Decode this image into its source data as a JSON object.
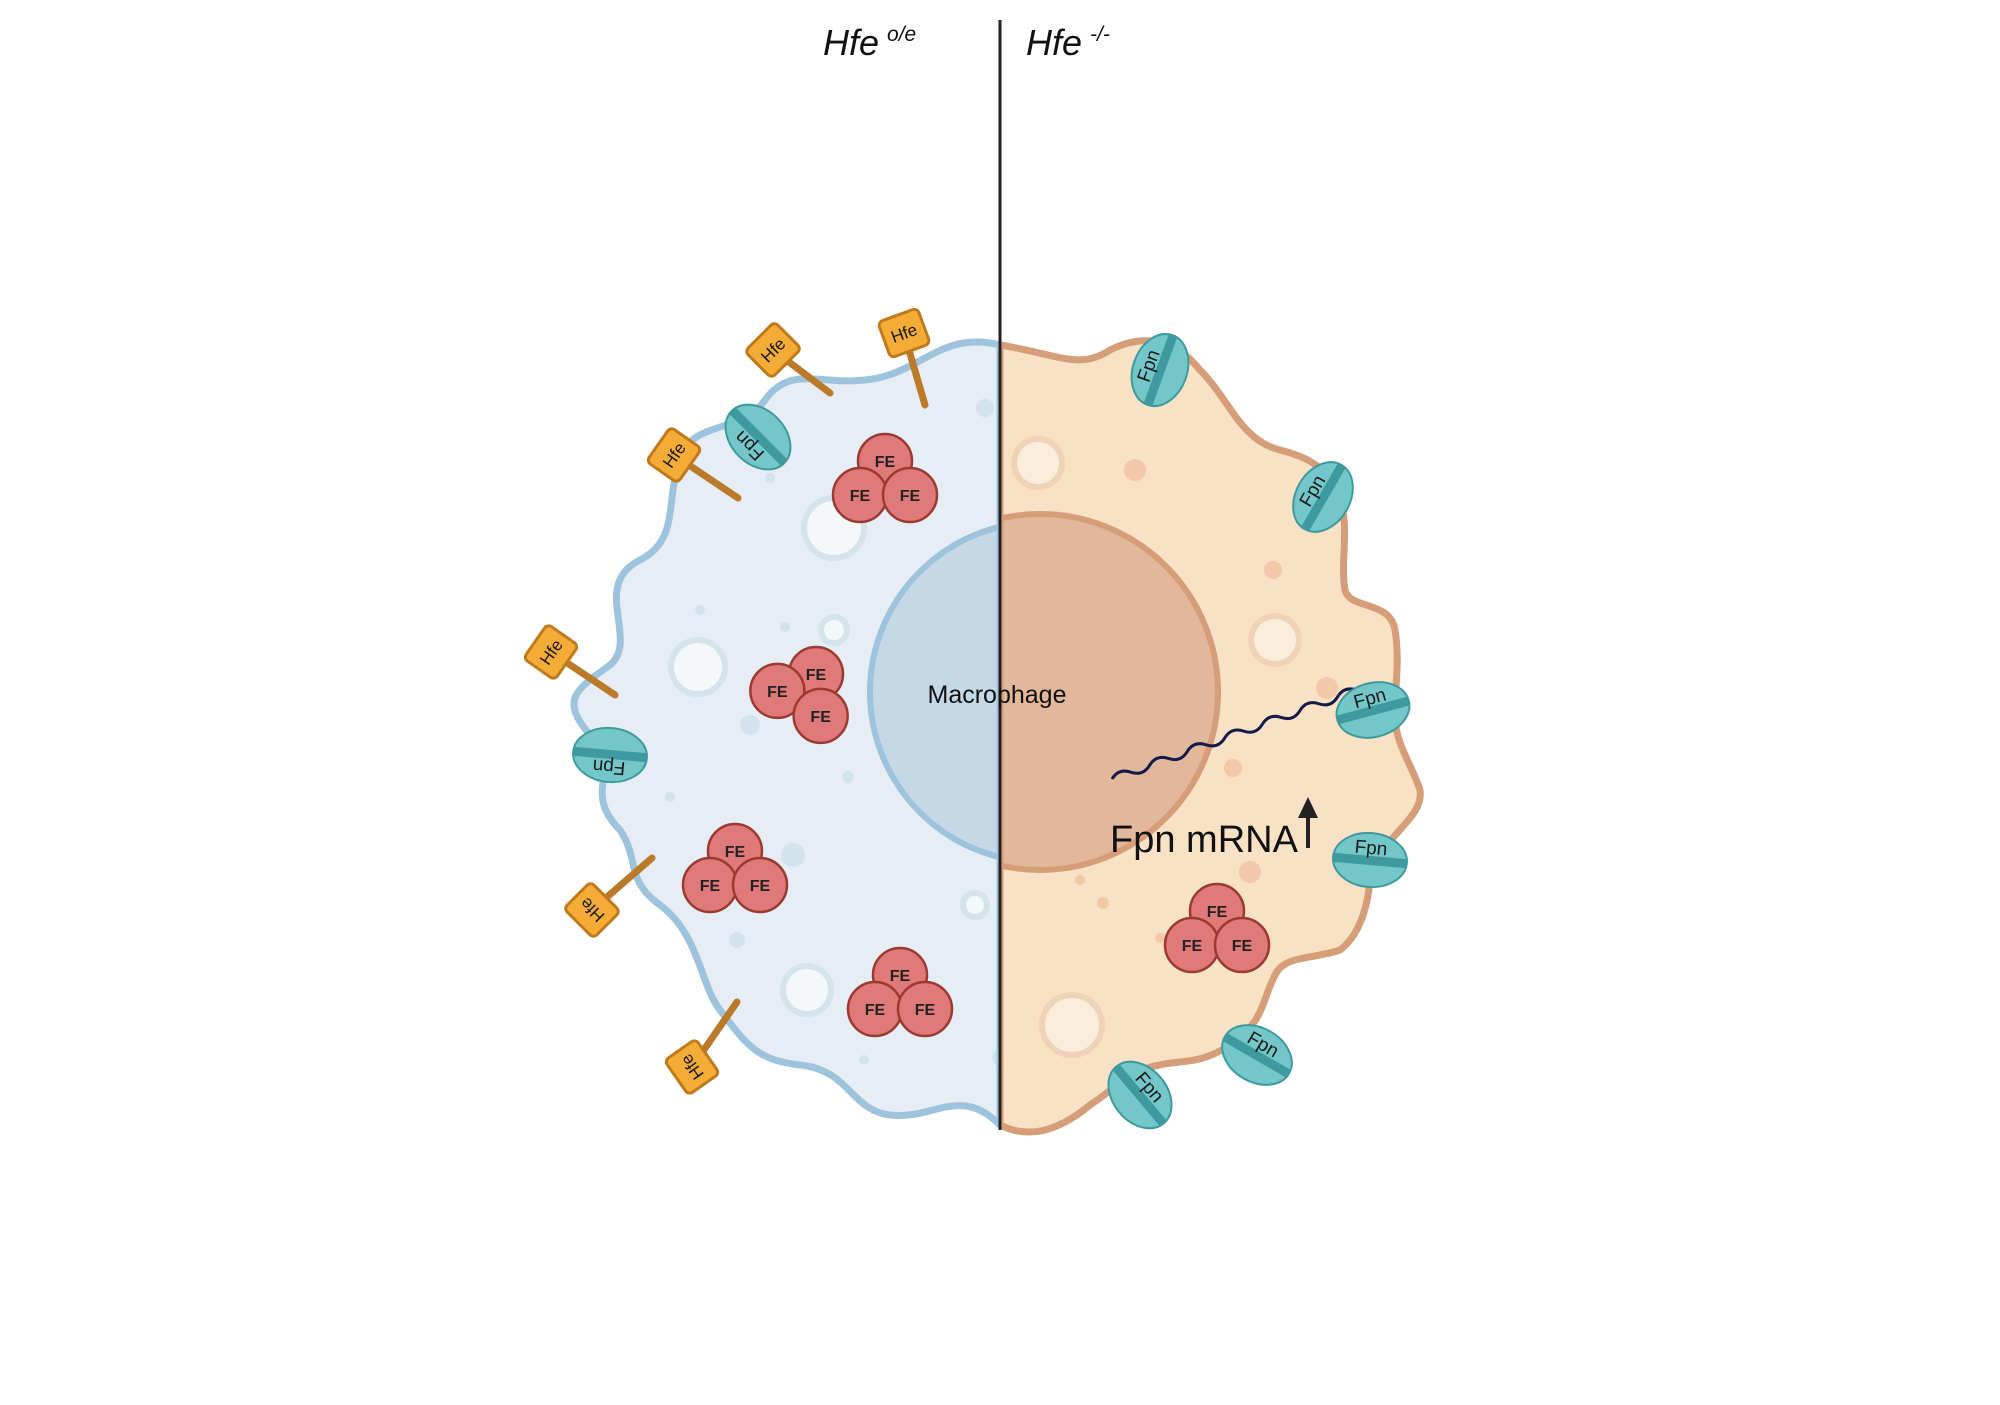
{
  "left_header": {
    "main": "Hfe",
    "superscript": "o/e"
  },
  "right_header": {
    "main": "Hfe",
    "superscript": "-/-"
  },
  "cell_label": "Macrophage",
  "mrna_label": "Fpn mRNA",
  "iron_label": "FE",
  "hfe_label": "Hfe",
  "fpn_label": "Fpn",
  "colors": {
    "left_cell_fill": "#e6edf4",
    "left_cell_stroke": "#9ec3dc",
    "left_nucleus_fill": "#c5d8e5",
    "right_cell_fill": "#f8e1c4",
    "right_cell_stroke": "#d59d78",
    "right_nucleus_fill": "#e2b79b",
    "iron_fill": "#e07a7a",
    "iron_stroke": "#9a3a30",
    "hfe_fill": "#f5ac37",
    "hfe_stroke": "#c07a1c",
    "hfe_stalk": "#bb7a2a",
    "fpn_fill": "#74c7c9",
    "fpn_band": "#3e9a9e",
    "mrna_stroke": "#141a4a",
    "divider": "#222222"
  }
}
